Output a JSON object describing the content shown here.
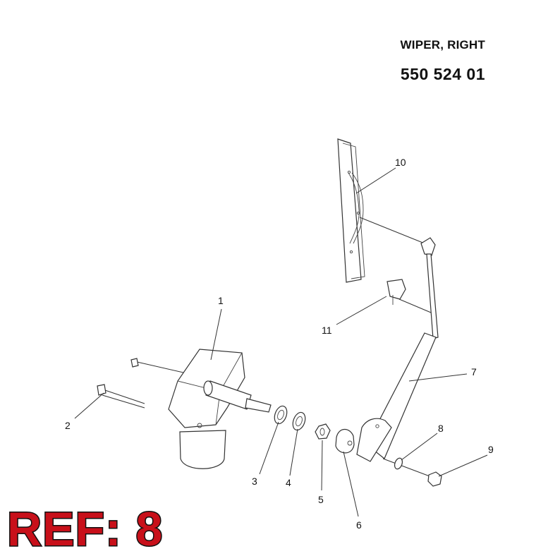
{
  "header": {
    "title": "WIPER, RIGHT",
    "part_number": "550 524 01"
  },
  "ref_label": "REF: 8",
  "callouts": [
    {
      "id": "1",
      "label": "1"
    },
    {
      "id": "2",
      "label": "2"
    },
    {
      "id": "3",
      "label": "3"
    },
    {
      "id": "4",
      "label": "4"
    },
    {
      "id": "5",
      "label": "5"
    },
    {
      "id": "6",
      "label": "6"
    },
    {
      "id": "7",
      "label": "7"
    },
    {
      "id": "8",
      "label": "8"
    },
    {
      "id": "9",
      "label": "9"
    },
    {
      "id": "10",
      "label": "10"
    },
    {
      "id": "11",
      "label": "11"
    }
  ]
}
